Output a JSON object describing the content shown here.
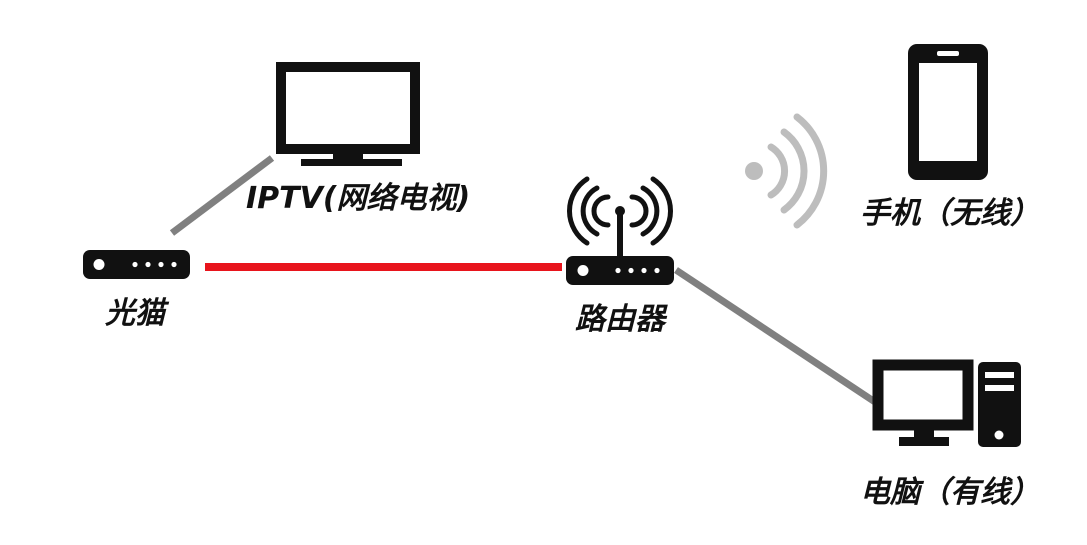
{
  "nodes": {
    "modem": {
      "label": "光猫"
    },
    "iptv": {
      "label": "IPTV(网络电视)"
    },
    "router": {
      "label": "路由器"
    },
    "phone": {
      "label": "手机（无线）"
    },
    "pc": {
      "label": "电脑（有线）"
    }
  },
  "links": [
    {
      "from": "modem",
      "to": "iptv",
      "color": "#808080"
    },
    {
      "from": "modem",
      "to": "router",
      "color": "#e8141c"
    },
    {
      "from": "router",
      "to": "pc",
      "color": "#808080"
    }
  ],
  "colors": {
    "device": "#111111",
    "wifi_faint": "#bdbdbd"
  },
  "icons": {
    "modem": "modem-icon",
    "router": "router-icon",
    "tv": "tv-icon",
    "phone": "smartphone-icon",
    "pc": "desktop-computer-icon",
    "wifi": "wifi-signal-icon"
  }
}
